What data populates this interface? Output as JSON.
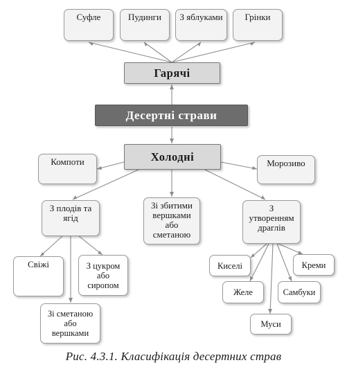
{
  "nodes": {
    "root": "Десертні страви",
    "hot": "Гарячі",
    "cold": "Холодні",
    "hot_items": [
      "Суфле",
      "Пудинги",
      "З яблуками",
      "Грінки"
    ],
    "compotes": "Компоти",
    "ice_cream": "Морозиво",
    "fruits_berries": "З плодів та ягід",
    "whipped": "Зі збитими вершками або сметаною",
    "jelly_forming": "З утворенням драглів",
    "fruits_children": [
      "Свіжі",
      "З цукром або сиропом",
      "Зі сметаною або вершками"
    ],
    "jelly_children": [
      "Киселі",
      "Креми",
      "Желе",
      "Самбуки",
      "Муси"
    ]
  },
  "caption": "Рис. 4.3.1. Класифікація десертних страв"
}
